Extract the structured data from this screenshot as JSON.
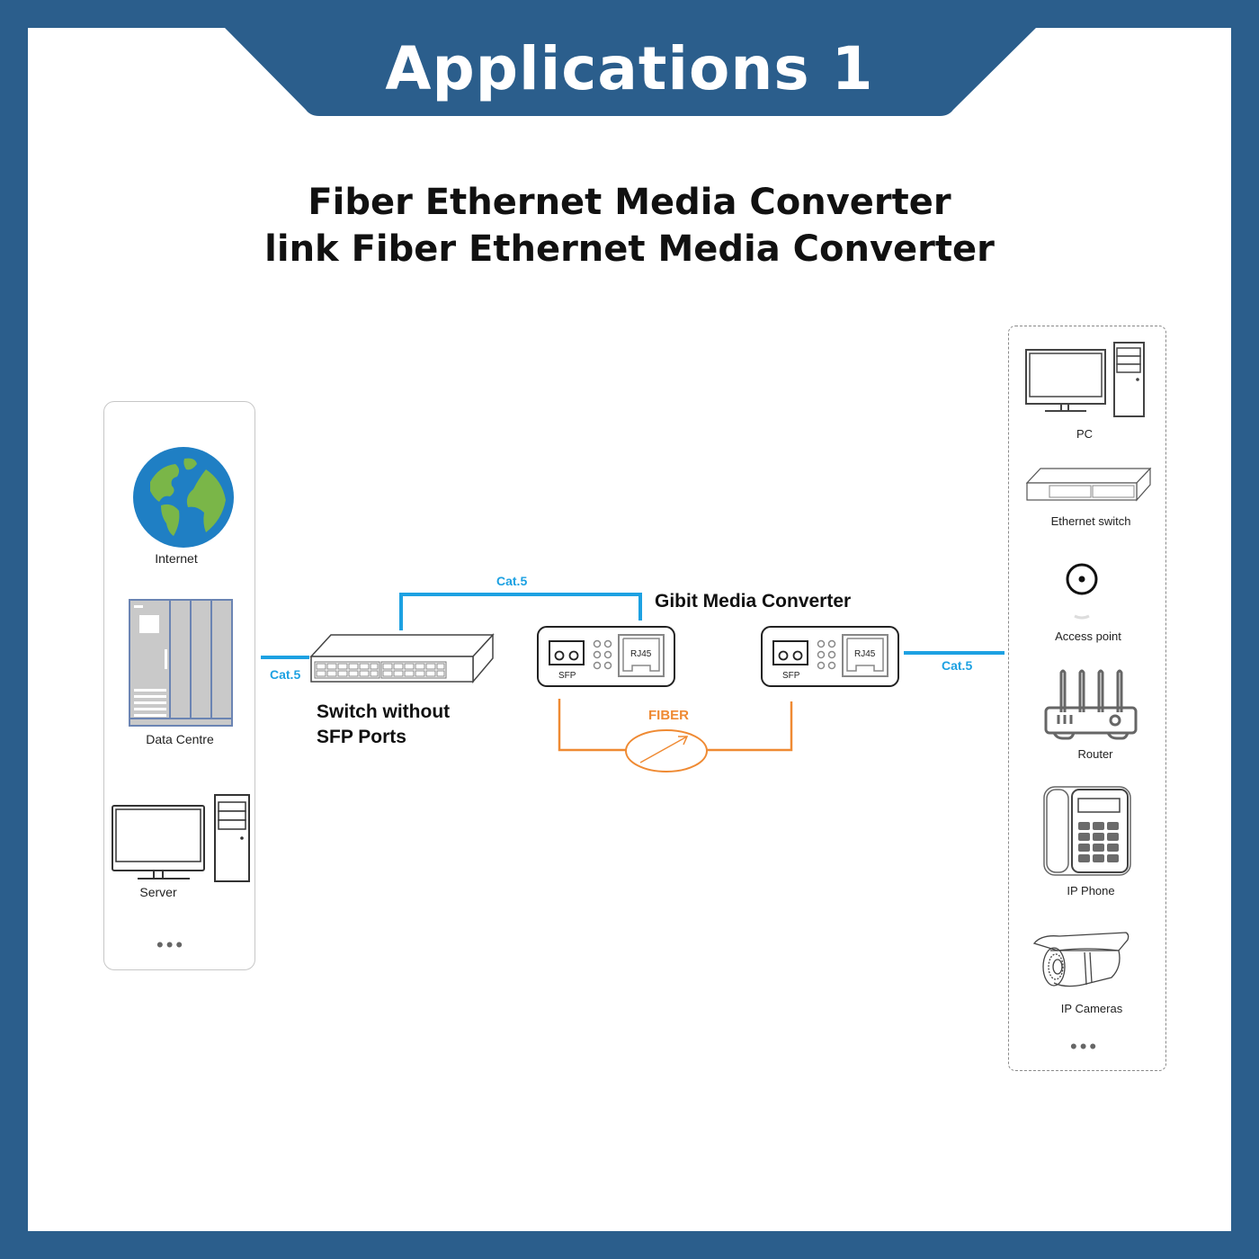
{
  "header": {
    "title": "Applications  1",
    "subtitle_line1": "Fiber Ethernet Media Converter",
    "subtitle_line2": "link Fiber Ethernet Media Converter"
  },
  "left_panel": {
    "items": [
      {
        "label": "Internet",
        "icon": "globe-icon"
      },
      {
        "label": "Data Centre",
        "icon": "server-rack-icon"
      },
      {
        "label": "Server",
        "icon": "desktop-computer-icon"
      }
    ],
    "more": "•••"
  },
  "diagram": {
    "cable_left": "Cat.5",
    "cable_top": "Cat.5",
    "cable_right": "Cat.5",
    "switch_label_line1": "Switch without",
    "switch_label_line2": "SFP Ports",
    "converter_title": "Gibit Media Converter",
    "converter_left": {
      "sfp_label": "SFP",
      "rj45_label": "RJ45"
    },
    "converter_right": {
      "sfp_label": "SFP",
      "rj45_label": "RJ45"
    },
    "fiber_label": "FIBER"
  },
  "right_panel": {
    "items": [
      {
        "label": "PC",
        "icon": "desktop-computer-icon"
      },
      {
        "label": "Ethernet switch",
        "icon": "network-switch-icon"
      },
      {
        "label": "Access point",
        "icon": "access-point-icon"
      },
      {
        "label": "Router",
        "icon": "router-icon"
      },
      {
        "label": "IP Phone",
        "icon": "ip-phone-icon"
      },
      {
        "label": "IP Cameras",
        "icon": "ip-camera-icon"
      }
    ],
    "more": "•••"
  },
  "colors": {
    "frame": "#2b5e8c",
    "cat5": "#1da1e2",
    "fiber": "#ef8a33",
    "globe_ocean": "#1f7fc4",
    "globe_land": "#7ab648"
  }
}
